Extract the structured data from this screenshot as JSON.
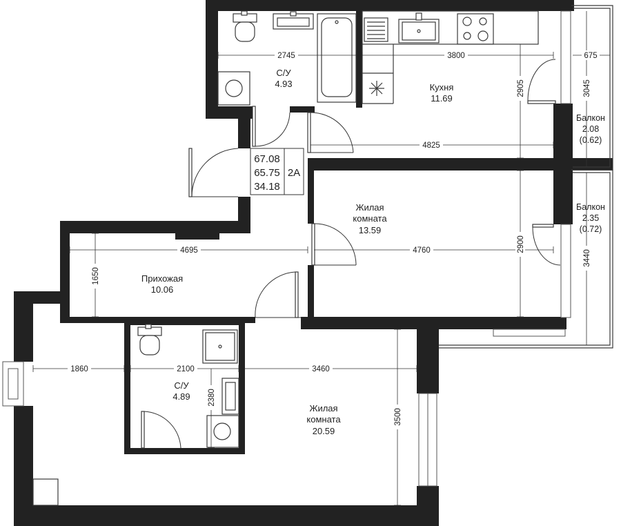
{
  "rooms": {
    "bath_top": {
      "name": "С/У",
      "area": "4.93"
    },
    "kitchen": {
      "name": "Кухня",
      "area": "11.69"
    },
    "balcony_top": {
      "name": "Балкон",
      "area": "2.08",
      "reduced": "(0.62)"
    },
    "living_1": {
      "name_line1": "Жилая",
      "name_line2": "комната",
      "area": "13.59"
    },
    "balcony_right": {
      "name": "Балкон",
      "area": "2.35",
      "reduced": "(0.72)"
    },
    "hall": {
      "name": "Прихожая",
      "area": "10.06"
    },
    "bath_bottom": {
      "name": "С/У",
      "area": "4.89"
    },
    "living_2": {
      "name_line1": "Жилая",
      "name_line2": "комната",
      "area": "20.59"
    }
  },
  "apartment_info": {
    "total_area": "67.08",
    "area_without_balconies": "65.75",
    "living_area": "34.18",
    "type": "2А"
  },
  "dimensions": {
    "bath_top_width": "2745",
    "kitchen_width": "3800",
    "balcony_top_width": "675",
    "kitchen_depth": "2905",
    "balcony_top_depth": "3045",
    "kitchen_corridor_width": "4825",
    "hall_width": "4695",
    "living_1_width": "4760",
    "living_1_depth": "2900",
    "balcony_right_depth": "3440",
    "hall_depth": "1650",
    "living_2_left_width": "1860",
    "bath_bottom_width": "2100",
    "living_2_right_width": "3460",
    "bath_bottom_depth": "2380",
    "living_2_depth": "3500"
  }
}
